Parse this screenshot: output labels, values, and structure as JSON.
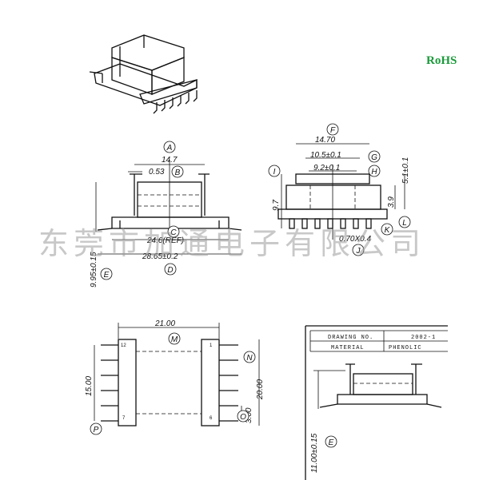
{
  "badge": {
    "rohs": "RoHS",
    "color": "#1a9a3a"
  },
  "watermark": "东莞市加通电子有限公司",
  "front_view": {
    "dim_a": "14.7",
    "dim_b": "0.53",
    "dim_c": "24.6(REF)",
    "dim_d": "28.65±0.2",
    "dim_e": "9.95±0.15"
  },
  "side_view": {
    "dim_f": "14.70",
    "dim_g": "10.5±0.1",
    "dim_h": "9.2±0.1",
    "dim_i": "9.7",
    "dim_j": "0.70X0.4",
    "dim_k": "3.9",
    "dim_l": "5.1±0.1"
  },
  "bottom_view": {
    "dim_m": "21.00",
    "dim_n": "20.00",
    "dim_o": "3.00",
    "dim_p": "15.00",
    "pin_labels": [
      "12",
      "1",
      "7",
      "6"
    ]
  },
  "title_block": {
    "drawing_no_label": "DRAWING NO.",
    "drawing_no_value": "2002-1",
    "material_label": "MATERIAL",
    "material_value": "PHENOLIC"
  },
  "detail_view": {
    "dim_e": "11.00±0.15"
  },
  "callouts": [
    "A",
    "B",
    "C",
    "D",
    "E",
    "F",
    "G",
    "H",
    "I",
    "J",
    "K",
    "L",
    "M",
    "N",
    "O",
    "P",
    "E"
  ]
}
